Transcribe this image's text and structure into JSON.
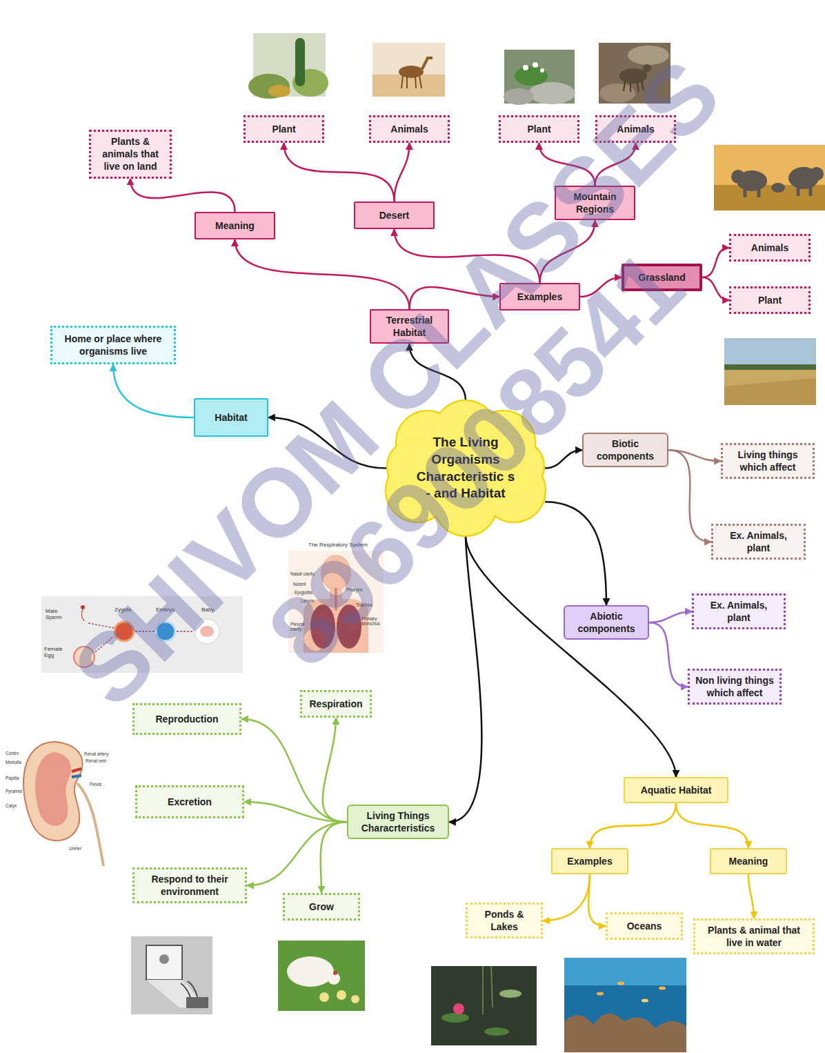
{
  "diagram": {
    "nodes": [
      {
        "text": [
          "Plants & animals that live on land"
        ]
      },
      {
        "text": [
          "Plant"
        ]
      },
      {
        "text": [
          "Animals"
        ]
      },
      {
        "text": [
          "Plant"
        ]
      },
      {
        "text": [
          "Animals"
        ]
      },
      {
        "text": [
          "Meaning"
        ]
      },
      {
        "text": [
          "Desert"
        ]
      },
      {
        "text": [
          "Mountain Regions"
        ]
      },
      {
        "text": [
          "Animals"
        ]
      },
      {
        "text": [
          "Grassland"
        ]
      },
      {
        "text": [
          "Plant"
        ]
      },
      {
        "text": [
          "Examples"
        ]
      },
      {
        "text": [
          "Terrestrial Habitat"
        ]
      },
      {
        "text": [
          "Home or place where organisms live"
        ]
      },
      {
        "text": [
          "Habitat"
        ]
      },
      {
        "text": [
          "The Living Organisms Characteristic s - and Habitat"
        ]
      },
      {
        "text": [
          "Biotic components"
        ]
      },
      {
        "text": [
          "Living things which affect"
        ]
      },
      {
        "text": [
          "Ex. Animals, plant"
        ]
      },
      {
        "text": [
          "Abiotic components"
        ]
      },
      {
        "text": [
          "Ex. Animals, plant"
        ]
      },
      {
        "text": [
          "Non living things which affect"
        ]
      },
      {
        "text": [
          "Respiration"
        ]
      },
      {
        "text": [
          "Reproduction"
        ]
      },
      {
        "text": [
          "Excretion"
        ]
      },
      {
        "text": [
          "Living Things Characrteristics"
        ]
      },
      {
        "text": [
          "Aquatic Habitat"
        ]
      },
      {
        "text": [
          "Respond to their environment"
        ]
      },
      {
        "text": [
          "Examples"
        ]
      },
      {
        "text": [
          "Meaning"
        ]
      },
      {
        "text": [
          "Grow"
        ]
      },
      {
        "text": [
          "Ponds & Lakes"
        ]
      },
      {
        "text": [
          "Oceans"
        ]
      },
      {
        "text": [
          "Plants & animal that live in water"
        ]
      }
    ],
    "edges": [
      {
        "from": 15,
        "to": 12,
        "arrow": "to"
      },
      {
        "from": 15,
        "to": 14,
        "arrow": "to"
      },
      {
        "from": 15,
        "to": 16,
        "arrow": "to"
      },
      {
        "from": 15,
        "to": 19,
        "arrow": "to"
      },
      {
        "from": 15,
        "to": 25,
        "arrow": "to"
      },
      {
        "from": 15,
        "to": 26,
        "arrow": "to"
      },
      {
        "from": 14,
        "to": 13,
        "arrow": "to"
      },
      {
        "from": 12,
        "to": 5,
        "arrow": "to"
      },
      {
        "from": 12,
        "to": 11,
        "arrow": "to"
      },
      {
        "from": 5,
        "to": 0,
        "arrow": "to"
      },
      {
        "from": 11,
        "to": 6,
        "arrow": "to"
      },
      {
        "from": 11,
        "to": 7,
        "arrow": "to"
      },
      {
        "from": 11,
        "to": 9,
        "arrow": "to"
      },
      {
        "from": 6,
        "to": 1,
        "arrow": "to"
      },
      {
        "from": 6,
        "to": 2,
        "arrow": "to"
      },
      {
        "from": 7,
        "to": 3,
        "arrow": "to"
      },
      {
        "from": 7,
        "to": 4,
        "arrow": "to"
      },
      {
        "from": 9,
        "to": 8,
        "arrow": "to"
      },
      {
        "from": 9,
        "to": 10,
        "arrow": "to"
      },
      {
        "from": 16,
        "to": 17,
        "arrow": "to"
      },
      {
        "from": 16,
        "to": 18,
        "arrow": "to"
      },
      {
        "from": 19,
        "to": 20,
        "arrow": "to"
      },
      {
        "from": 19,
        "to": 21,
        "arrow": "to"
      },
      {
        "from": 25,
        "to": 22,
        "arrow": "to"
      },
      {
        "from": 25,
        "to": 23,
        "arrow": "to"
      },
      {
        "from": 25,
        "to": 24,
        "arrow": "to"
      },
      {
        "from": 25,
        "to": 27,
        "arrow": "to"
      },
      {
        "from": 25,
        "to": 30,
        "arrow": "to"
      },
      {
        "from": 26,
        "to": 28,
        "arrow": "to"
      },
      {
        "from": 26,
        "to": 29,
        "arrow": "to"
      },
      {
        "from": 28,
        "to": 31,
        "arrow": "to"
      },
      {
        "from": 28,
        "to": 32,
        "arrow": "to"
      },
      {
        "from": 29,
        "to": 33,
        "arrow": "to"
      }
    ],
    "labels": [
      "SHIVOM CLASSES",
      "8969008541",
      "The Respiratory System",
      "Nasal cavity",
      "Nostril",
      "Epiglottis",
      "Larynx",
      "Pharynx",
      "Trachea",
      "Pleural cavity",
      "Primary bronchus",
      "Male Sperm",
      "Zygote",
      "Embryo",
      "Baby",
      "Female Egg",
      "Cortex",
      "Medulla",
      "Renal artery",
      "Renal vein",
      "Papilla",
      "Pelvis",
      "Pyramid",
      "Calyx",
      "Ureter"
    ]
  }
}
